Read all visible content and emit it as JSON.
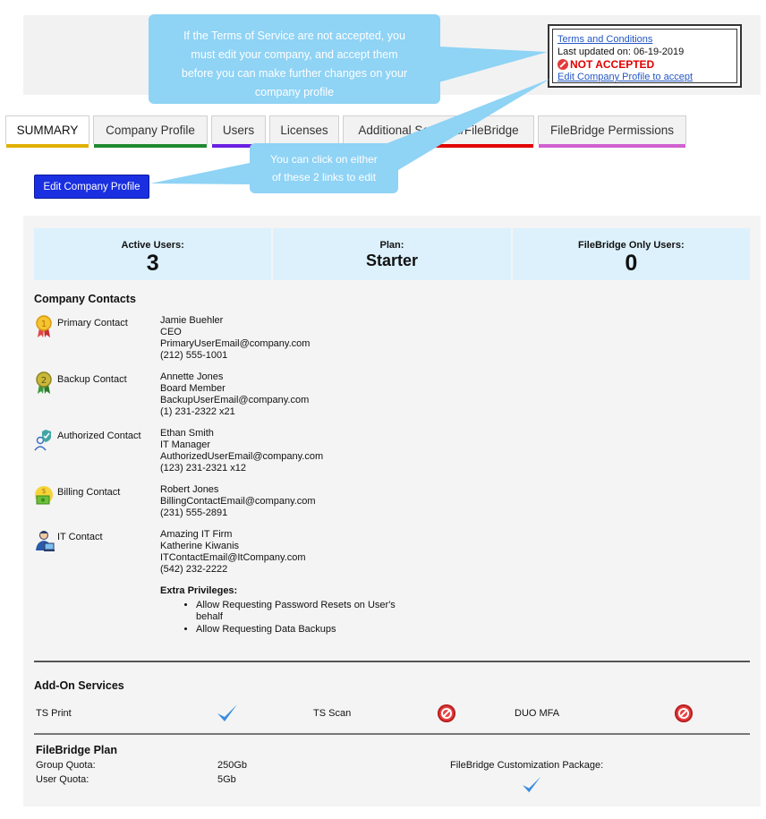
{
  "terms": {
    "link": "Terms and Conditions",
    "updated": "Last updated on: 06-19-2019",
    "status": "NOT ACCEPTED",
    "edit_link": "Edit Company Profile to accept"
  },
  "callouts": {
    "tos": [
      "If the Terms of Service are not accepted, you",
      "must edit your company, and accept them",
      "before you can make further changes on your",
      "company profile"
    ],
    "links": [
      "You can click on either",
      "of these 2 links to edit"
    ]
  },
  "tabs": [
    {
      "label": "SUMMARY",
      "color": "#e0b000"
    },
    {
      "label": "Company Profile",
      "color": "#1e8a2e"
    },
    {
      "label": "Users",
      "color": "#6a1fe0"
    },
    {
      "label": "Licenses",
      "color": "#f2f2f2"
    },
    {
      "label": "Additional Services/FileBridge",
      "color": "#e00000"
    },
    {
      "label": "FileBridge Permissions",
      "color": "#d060d0"
    }
  ],
  "edit_button": "Edit Company Profile",
  "stats": [
    {
      "label": "Active Users:",
      "value": "3"
    },
    {
      "label": "Plan:",
      "value": "Starter"
    },
    {
      "label": "FileBridge Only Users:",
      "value": "0"
    }
  ],
  "contacts_title": "Company Contacts",
  "contacts": [
    {
      "role": "Primary Contact",
      "lines": [
        "Jamie Buehler",
        "CEO",
        "PrimaryUserEmail@company.com",
        "(212) 555-1001"
      ]
    },
    {
      "role": "Backup Contact",
      "lines": [
        "Annette Jones",
        "Board Member",
        "BackupUserEmail@company.com",
        "(1) 231-2322 x21"
      ]
    },
    {
      "role": "Authorized Contact",
      "lines": [
        "Ethan Smith",
        "IT Manager",
        "AuthorizedUserEmail@company.com",
        "(123) 231-2321 x12"
      ]
    },
    {
      "role": "Billing Contact",
      "lines": [
        "Robert Jones",
        "BillingContactEmail@company.com",
        "(231) 555-2891"
      ]
    },
    {
      "role": "IT Contact",
      "lines": [
        "Amazing IT Firm",
        "Katherine Kiwanis",
        "ITContactEmail@ItCompany.com",
        "(542) 232-2222"
      ]
    }
  ],
  "privileges": {
    "title": "Extra Privileges:",
    "items": [
      "Allow Requesting Password Resets on User's behalf",
      "Allow Requesting Data Backups"
    ]
  },
  "addons": {
    "title": "Add-On Services",
    "items": [
      {
        "label": "TS Print",
        "enabled": true
      },
      {
        "label": "TS Scan",
        "enabled": false
      },
      {
        "label": "DUO MFA",
        "enabled": false
      }
    ]
  },
  "filebridge": {
    "title": "FileBridge Plan",
    "group_label": "Group Quota:",
    "group_value": "250Gb",
    "user_label": "User Quota:",
    "user_value": "5Gb",
    "custom_label": "FileBridge Customization Package:",
    "custom_enabled": true
  }
}
